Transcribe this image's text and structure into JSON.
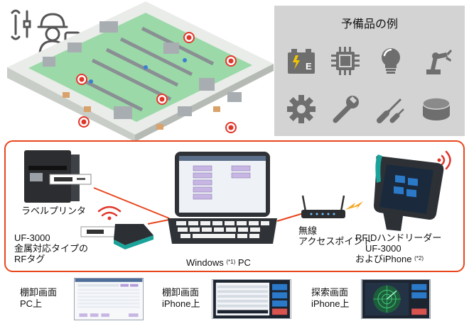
{
  "spare_panel": {
    "title": "予備品の例",
    "icons": [
      "battery-icon",
      "chip-icon",
      "bulb-icon",
      "robot-arm-icon",
      "gear-icon",
      "wrench-icon",
      "screwdriver-icon",
      "disk-icon"
    ]
  },
  "labels": {
    "label_printer": "ラベルプリンタ",
    "tag_line1": "UF-3000",
    "tag_line2": "金属対応タイプの",
    "tag_line3": "RFタグ",
    "pc_prefix": "Windows",
    "pc_note": "(*1)",
    "pc_suffix": "PC",
    "ap_line1": "無線",
    "ap_line2": "アクセスポイント",
    "reader_line1": "RFIDハンドリーダー",
    "reader_line2": "UF-3000",
    "reader_line3": "およびiPhone",
    "reader_note": "(*2)"
  },
  "screens": [
    {
      "line1": "棚卸画面",
      "line2": "PC上"
    },
    {
      "line1": "棚卸画面",
      "line2": "iPhone上"
    },
    {
      "line1": "探索画面",
      "line2": "iPhone上"
    }
  ],
  "colors": {
    "accent": "#e8451c",
    "panel": "#d3d3d3",
    "icon": "#6e6e6e",
    "target": "#e0362a"
  }
}
